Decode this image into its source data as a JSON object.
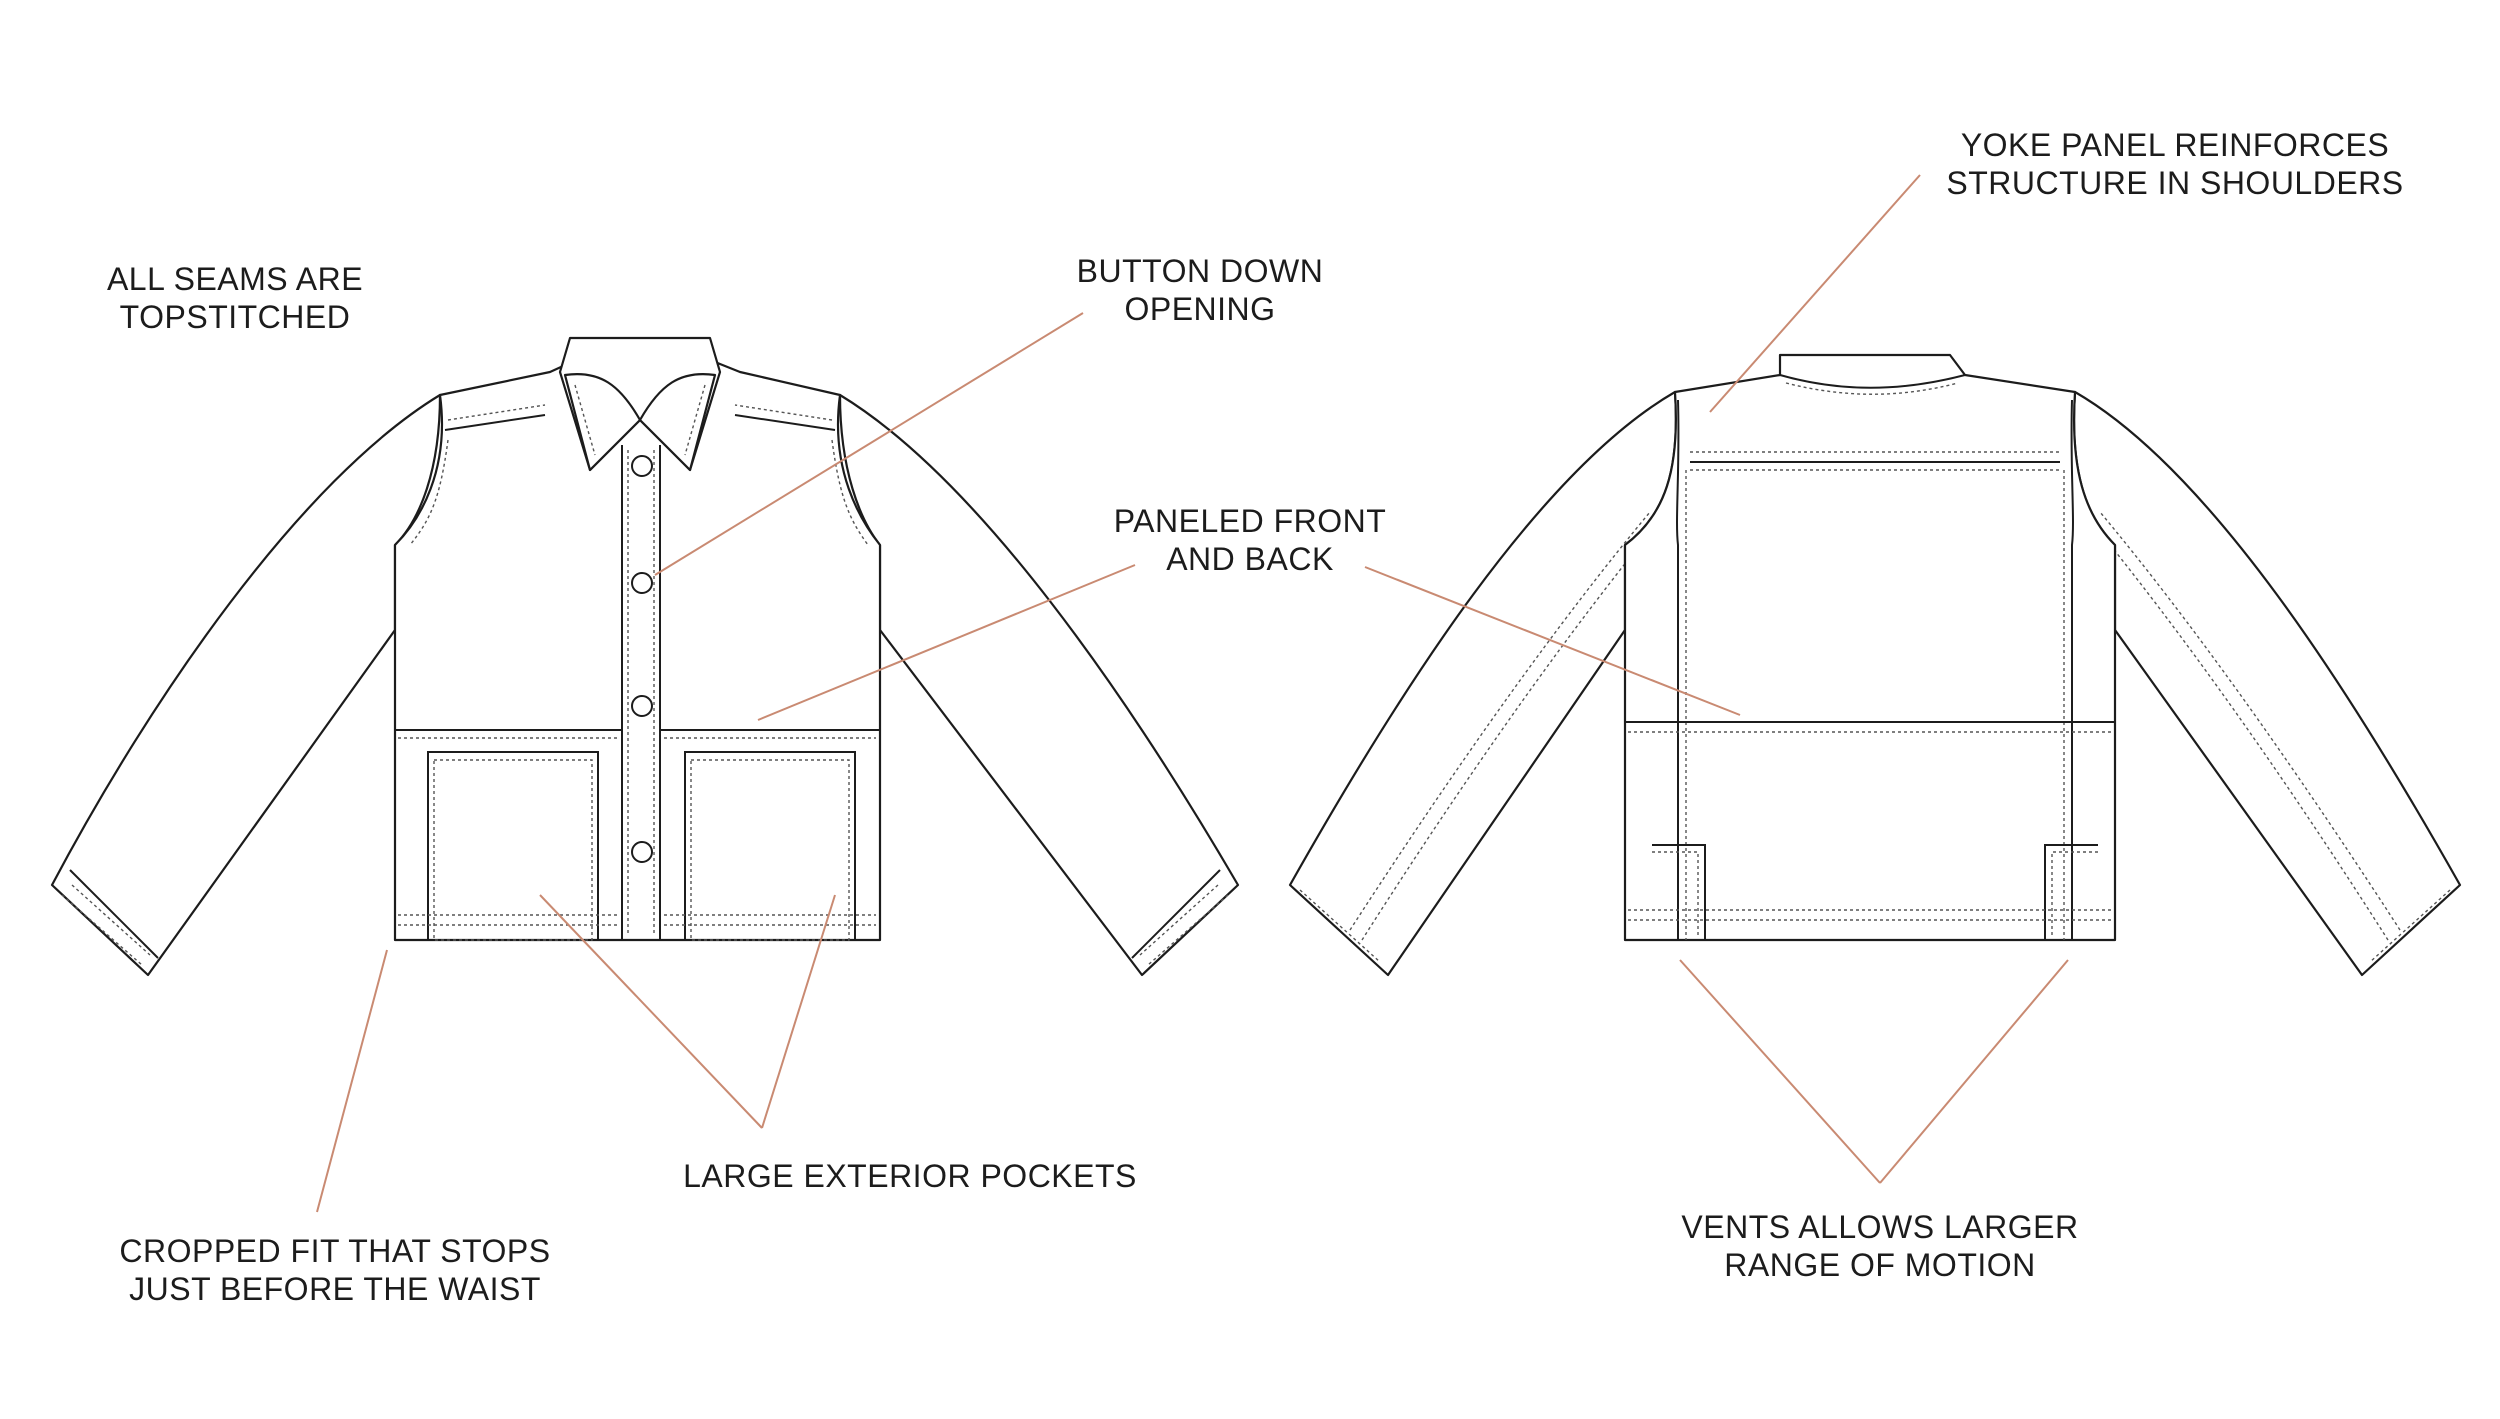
{
  "annotations": {
    "seams": {
      "line1": "ALL SEAMS ARE",
      "line2": "TOPSTITCHED"
    },
    "button": {
      "line1": "BUTTON DOWN",
      "line2": "OPENING"
    },
    "paneled": {
      "line1": "PANELED FRONT",
      "line2": "AND BACK"
    },
    "yoke": {
      "line1": "YOKE PANEL REINFORCES",
      "line2": "STRUCTURE IN SHOULDERS"
    },
    "pockets": {
      "line1": "LARGE EXTERIOR POCKETS"
    },
    "cropped": {
      "line1": "CROPPED FIT THAT STOPS",
      "line2": "JUST BEFORE THE WAIST"
    },
    "vents": {
      "line1": "VENTS ALLOWS LARGER",
      "line2": "RANGE OF MOTION"
    }
  },
  "colors": {
    "outline": "#1c1c1c",
    "leader": "#c98a72",
    "background": "#ffffff"
  }
}
